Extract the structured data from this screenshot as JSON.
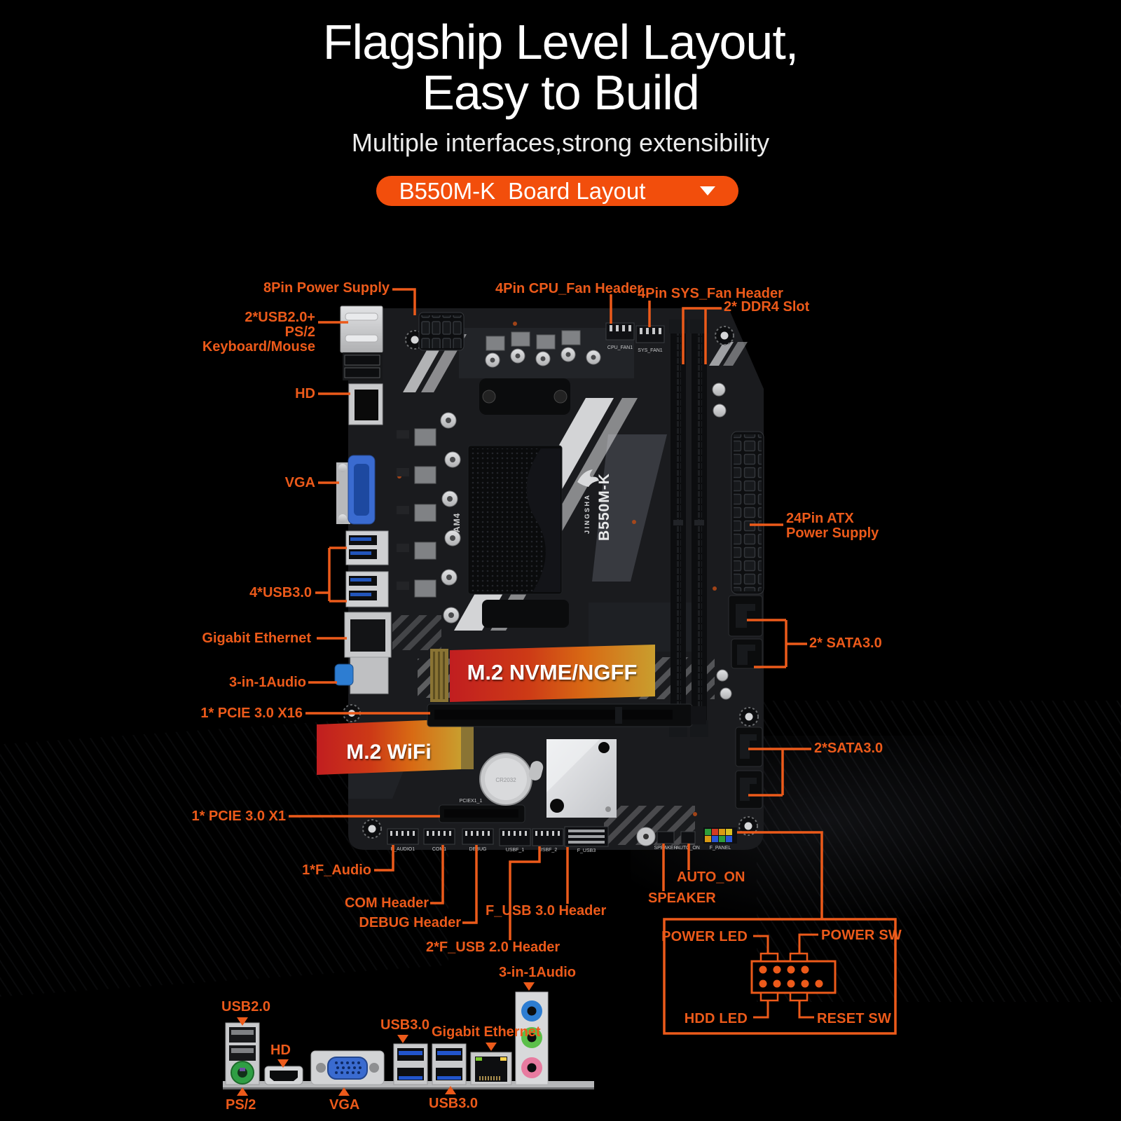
{
  "colors": {
    "accent": "#EC5A1A",
    "pill": "#F24E0C",
    "title": "#FFFFFF",
    "m2_band_left": "#C11E20",
    "m2_band_right": "#C99E2E"
  },
  "header": {
    "title_line1": "Flagship Level Layout,",
    "title_line2": "Easy to Build",
    "subtitle": "Multiple interfaces,strong extensibility",
    "selector": {
      "model": "B550M-K",
      "label": "Board Layout",
      "icon": "chevron-down"
    }
  },
  "board": {
    "model": "B550M-K",
    "brand": "JINGSHA",
    "socket": "AM4",
    "m2_nvme": "M.2 NVME/NGFF",
    "m2_wifi": "M.2 WiFi",
    "battery": "CR2032",
    "silkscreen": {
      "cpu_fan": "CPU_FAN1",
      "sys_fan": "SYS_FAN1",
      "f_audio": "F_AUDIO1",
      "com": "COM1",
      "debug": "DEBUG",
      "usb1": "USBF_1",
      "usb2": "USBF_2",
      "usb3h": "F_USB3",
      "speaker": "SPEAKER",
      "auto_on": "AUTO_ON",
      "f_panel": "F_PANEL",
      "pciex1": "PCIEX1_1"
    }
  },
  "callouts": {
    "power8pin": "8Pin Power Supply",
    "cpu_fan": "4Pin CPU_Fan Header",
    "sys_fan": "4Pin SYS_Fan Header",
    "ddr4": "2* DDR4 Slot",
    "usb2_l1": "2*USB2.0+",
    "usb2_l2": "PS/2",
    "usb2_l3": "Keyboard/Mouse",
    "hd": "HD",
    "vga": "VGA",
    "usb3": "4*USB3.0",
    "ethernet": "Gigabit Ethernet",
    "audio": "3-in-1Audio",
    "pcie_x16": "1* PCIE 3.0 X16",
    "pcie_x1": "1* PCIE 3.0 X1",
    "atx_l1": "24Pin ATX",
    "atx_l2": "Power Supply",
    "sata_upper": "2* SATA3.0",
    "sata_lower": "2*SATA3.0",
    "f_audio": "1*F_Audio",
    "com": "COM Header",
    "debug": "DEBUG Header",
    "f_usb2": "2*F_USB 2.0 Header",
    "f_usb3": "F_USB 3.0 Header",
    "speaker": "SPEAKER",
    "auto_on": "AUTO_ON"
  },
  "front_panel": {
    "power_led": "POWER LED",
    "power_sw": "POWER SW",
    "hdd_led": "HDD LED",
    "reset_sw": "RESET SW"
  },
  "io_panel": {
    "usb20": "USB2.0",
    "ps2": "PS/2",
    "hd": "HD",
    "vga": "VGA",
    "usb30_top": "USB3.0",
    "usb30_bottom": "USB3.0",
    "ethernet": "Gigabit Ethernet",
    "audio": "3-in-1Audio"
  }
}
